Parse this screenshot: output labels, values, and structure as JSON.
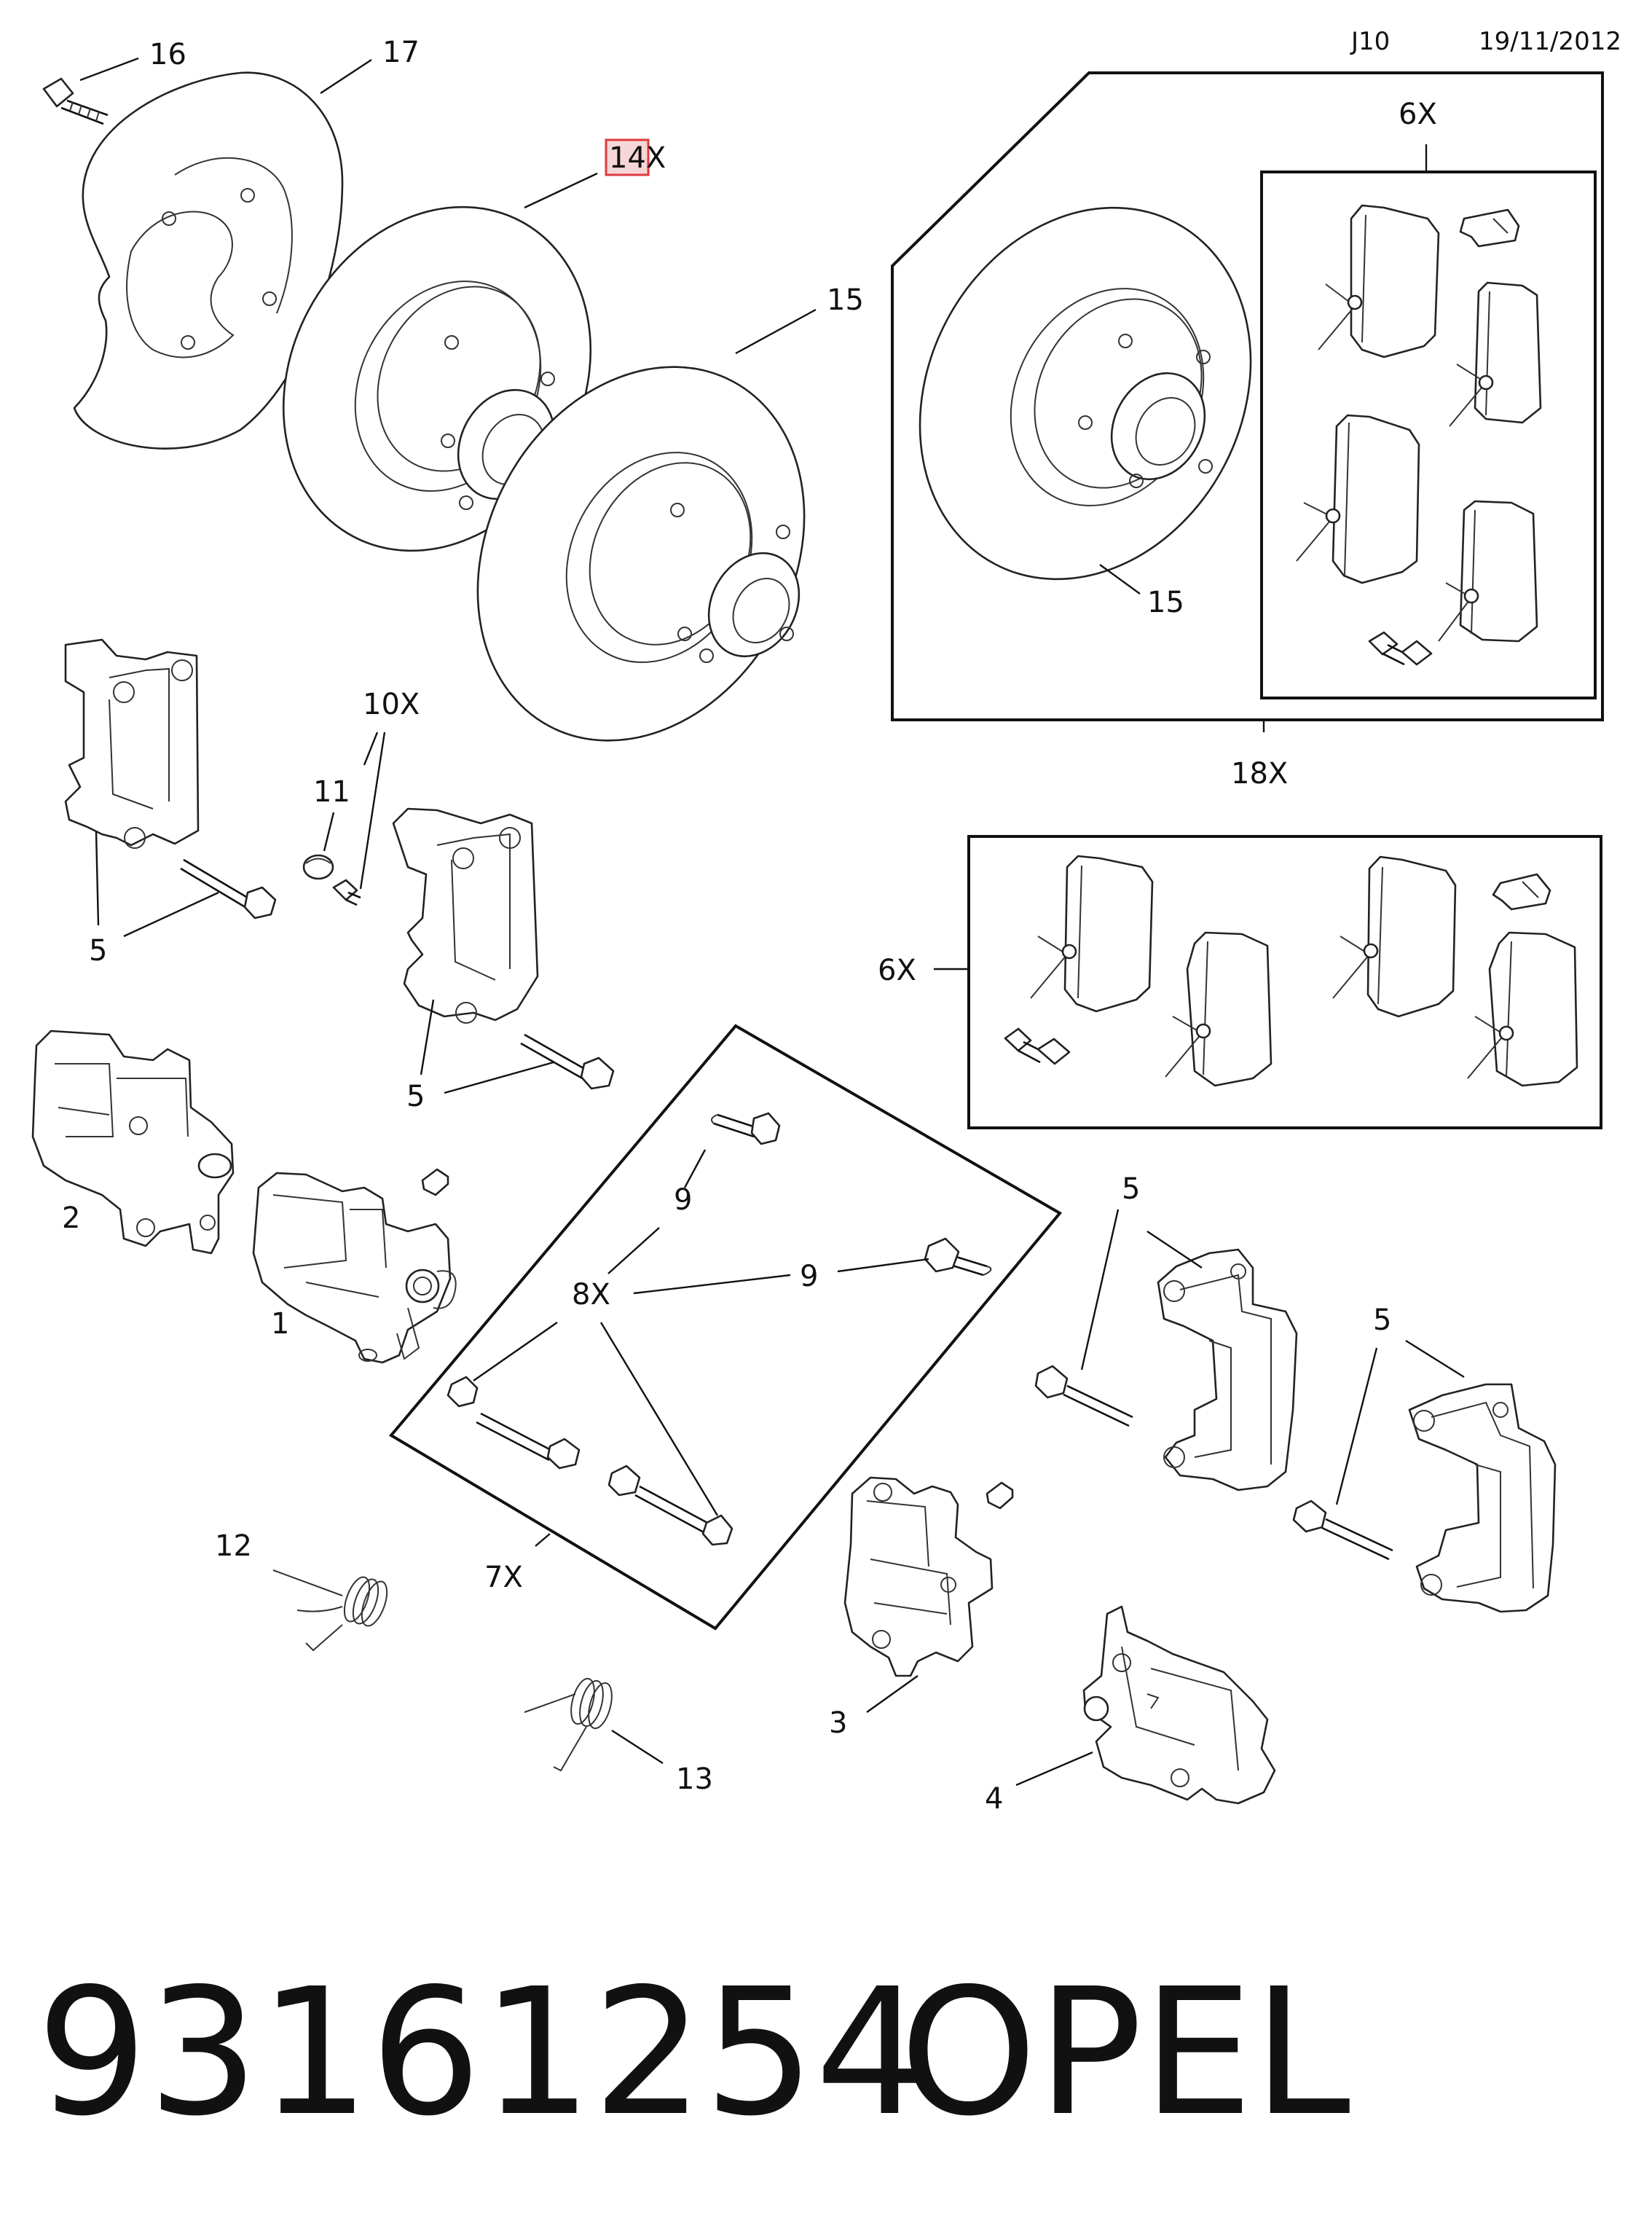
{
  "header": {
    "page_code": "J10",
    "date": "19/11/2012"
  },
  "callouts": {
    "c16": "16",
    "c17": "17",
    "c14": "14X",
    "c15a": "15",
    "c15b": "15",
    "c6a": "6X",
    "c18": "18X",
    "c10": "10X",
    "c11": "11",
    "c5a": "5",
    "c5b": "5",
    "c5c": "5",
    "c5d": "5",
    "c6b": "6X",
    "c2": "2",
    "c1": "1",
    "c9a": "9",
    "c9b": "9",
    "c8": "8X",
    "c7": "7X",
    "c12": "12",
    "c13": "13",
    "c3": "3",
    "c4": "4"
  },
  "highlight_color": "#e0393e",
  "footer": {
    "part_number": "93161254",
    "brand": "OPEL"
  }
}
